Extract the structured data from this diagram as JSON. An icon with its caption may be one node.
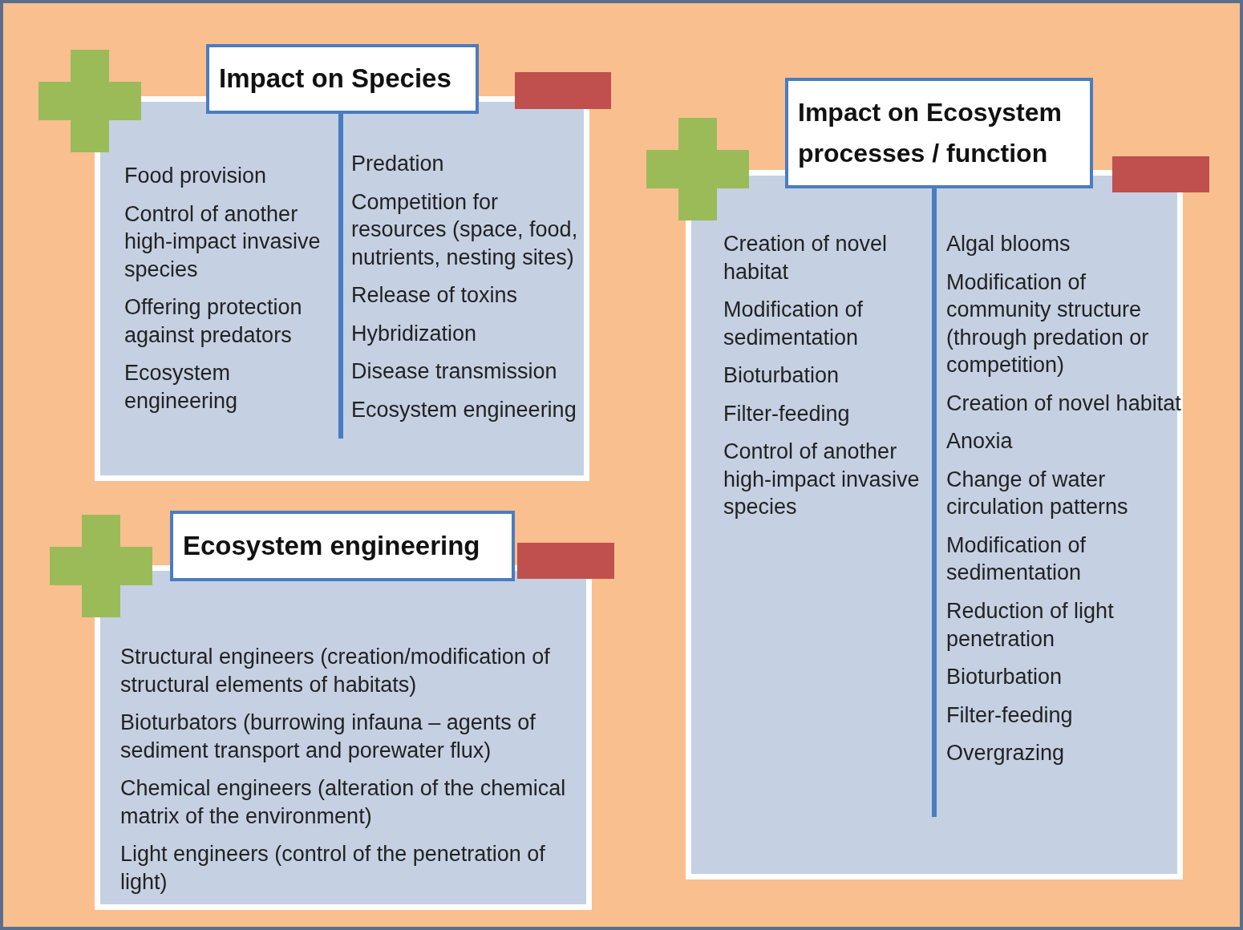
{
  "diagram": {
    "nodes": [
      {
        "text": [
          "Impact on Species",
          "Food provision",
          "Control of another high-impact invasive species",
          "Offering protection against predators",
          "Ecosystem engineering",
          "Predation",
          "Competition for resources (space, food, nutrients, nesting sites)",
          "Release of toxins",
          "Hybridization",
          "Disease transmission",
          "Ecosystem engineering"
        ]
      },
      {
        "text": [
          "Impact on Ecosystem processes / function",
          "Creation of novel habitat",
          "Modification of sedimentation",
          "Bioturbation",
          "Filter-feeding",
          "Control of another high-impact invasive species",
          "Algal blooms",
          "Modification of community structure (through predation or competition)",
          "Creation of novel habitat",
          "Anoxia",
          "Change of water circulation patterns",
          "Modification of sedimentation",
          "Reduction of light penetration",
          "Bioturbation",
          "Filter-feeding",
          "Overgrazing"
        ]
      },
      {
        "text": [
          "Ecosystem engineering",
          "Structural engineers (creation/modification of structural elements of habitats)",
          "Bioturbators (burrowing infauna – agents of sediment transport and porewater flux)",
          "Chemical engineers (alteration of the chemical matrix of the environment)",
          "Light engineers (control of the penetration of light)"
        ]
      }
    ],
    "edges": []
  }
}
